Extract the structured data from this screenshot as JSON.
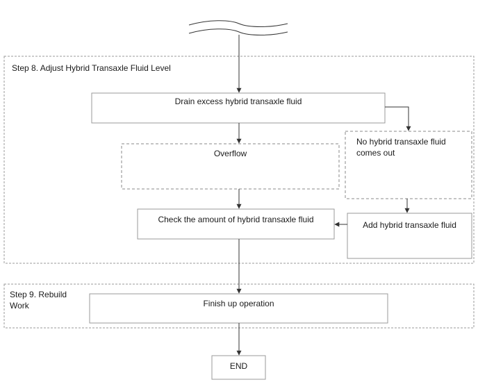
{
  "steps": {
    "step8_title": "Step 8. Adjust Hybrid Transaxle Fluid Level",
    "step9_title": "Step 9. Rebuild Work"
  },
  "nodes": {
    "drain": "Drain excess hybrid transaxle fluid",
    "overflow": "Overflow",
    "no_fluid": "No hybrid transaxle fluid comes out",
    "check": "Check the amount of hybrid transaxle fluid",
    "add": "Add hybrid transaxle fluid",
    "finish": "Finish up operation",
    "end": "END"
  },
  "colors": {
    "line": "#333333",
    "box_border": "#999999",
    "dashed_border": "#888888"
  }
}
